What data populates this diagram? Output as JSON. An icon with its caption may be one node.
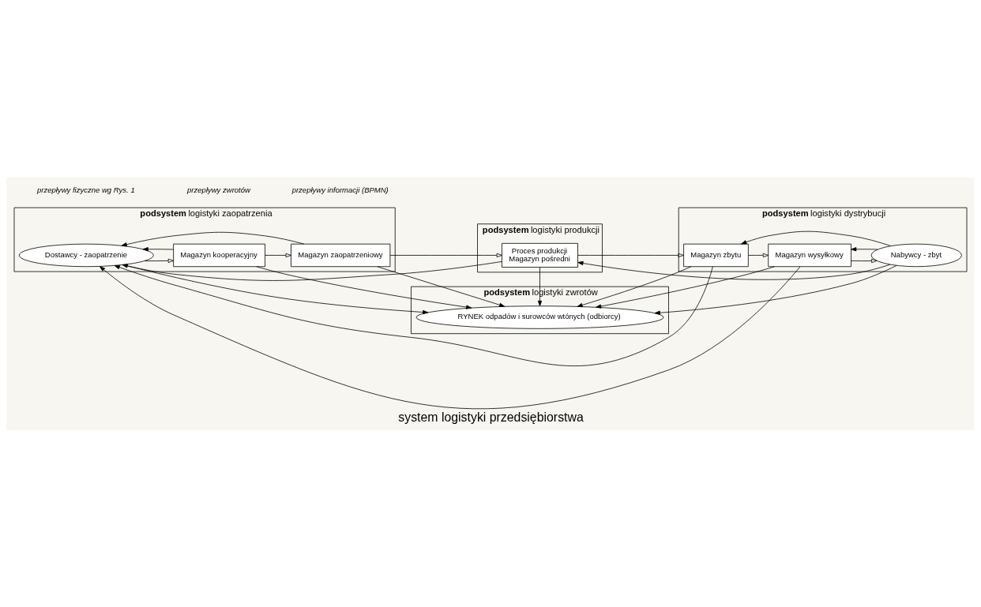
{
  "diagram": {
    "caption": "system logistyki przedsiębiorstwa",
    "nodes": [
      {
        "text": [
          "**podsystem** logistyki zaopatrzenia"
        ]
      },
      {
        "text": [
          "**podsystem** logistyki produkcji"
        ]
      },
      {
        "text": [
          "**podsystem** logistyki dystrybucji"
        ]
      },
      {
        "text": [
          "**podsystem** logistyki zwrotów"
        ]
      },
      {
        "text": [
          "Dostawcy - zaopatrzenie"
        ],
        "in": 0
      },
      {
        "text": [
          "Magazyn kooperacyjny"
        ],
        "in": 0
      },
      {
        "text": [
          "Magazyn zaopatrzeniowy"
        ],
        "in": 0
      },
      {
        "text": [
          "Proces produkcji",
          "Magazyn pośredni"
        ],
        "in": 1
      },
      {
        "text": [
          "Magazyn zbytu"
        ],
        "in": 2
      },
      {
        "text": [
          "Magazyn wysyłkowy"
        ],
        "in": 2
      },
      {
        "text": [
          "Nabywcy - zbyt"
        ],
        "in": 2
      },
      {
        "text": [
          "RYNEK odpadów i surowców wtónych (odbiorcy)"
        ],
        "in": 3
      }
    ],
    "edges": [
      {
        "from": 4,
        "to": 5,
        "arrow": "to"
      },
      {
        "from": 5,
        "to": 6,
        "arrow": "to"
      },
      {
        "from": 6,
        "to": 7,
        "arrow": "to"
      },
      {
        "from": 7,
        "to": 8,
        "arrow": "to"
      },
      {
        "from": 8,
        "to": 9,
        "arrow": "to"
      },
      {
        "from": 9,
        "to": 10,
        "arrow": "to"
      },
      {
        "from": 5,
        "to": 4,
        "arrow": "to"
      },
      {
        "from": 6,
        "to": 4,
        "arrow": "to"
      },
      {
        "from": 7,
        "to": 4,
        "arrow": "to"
      },
      {
        "from": 8,
        "to": 4,
        "arrow": "to"
      },
      {
        "from": 9,
        "to": 4,
        "arrow": "to"
      },
      {
        "from": 5,
        "to": 11,
        "arrow": "to"
      },
      {
        "from": 6,
        "to": 11,
        "arrow": "to"
      },
      {
        "from": 7,
        "to": 11,
        "arrow": "to"
      },
      {
        "from": 8,
        "to": 11,
        "arrow": "to"
      },
      {
        "from": 9,
        "to": 11,
        "arrow": "to"
      },
      {
        "from": 10,
        "to": 7,
        "arrow": "to"
      },
      {
        "from": 10,
        "to": 8,
        "arrow": "to"
      },
      {
        "from": 10,
        "to": 9,
        "arrow": "to"
      },
      {
        "from": 10,
        "to": 11,
        "arrow": "to"
      },
      {
        "from": 4,
        "to": 11,
        "arrow": "to"
      }
    ],
    "labels": [
      "przepływy fizyczne wg Rys. 1",
      "przepływy zwrotów",
      "przepływy informacji (BPMN)"
    ]
  }
}
